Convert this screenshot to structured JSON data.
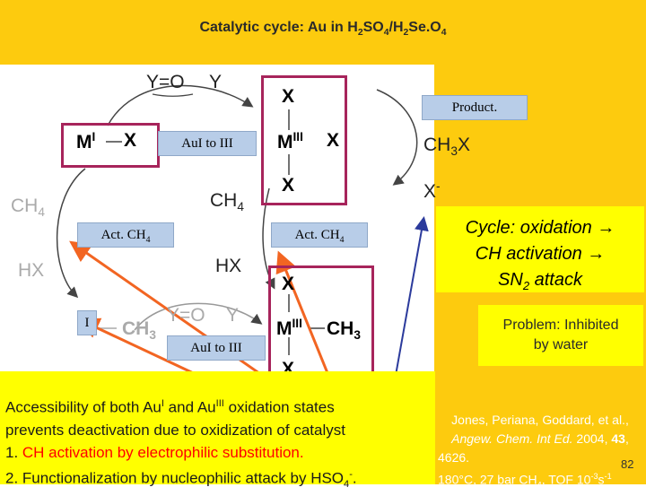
{
  "title": {
    "text": "Catalytic cycle: Au in H",
    "s1": "2",
    "t2": "SO",
    "s2": "4",
    "t3": "/H",
    "s3": "2",
    "t4": "Se.O",
    "s4": "4"
  },
  "labels": {
    "product": "Product.",
    "au_top": "AuI to III",
    "act_left": "Act. CH",
    "act_left_sub": "4",
    "act_right": "Act. CH",
    "act_right_sub": "4",
    "roman_one": "I",
    "au_bottom": "AuI to III"
  },
  "formulas": {
    "y_eq_o_top": "Y=O",
    "y_top": "Y",
    "m_top": "M",
    "m_top_sup": "I",
    "x_top": "X",
    "x_upper": "X",
    "m_iii_top": "M",
    "m_iii_top_sup": "III",
    "x_right_top": "X",
    "x_lower": "X",
    "ch3x": "CH",
    "ch3x_sub": "3",
    "ch3x_x": "X",
    "x_minus": "X",
    "x_minus_sup": "-",
    "ch4_left": "CH",
    "ch4_left_sub": "4",
    "hx_left": "HX",
    "ch4_mid": "CH",
    "ch4_mid_sub": "4",
    "hx_mid": "HX",
    "m_bot": "M",
    "ch3_bot": "CH",
    "ch3_bot_sub": "3",
    "y_eq_o_bot": "Y=O",
    "y_bot": "Y",
    "x_bot_upper": "X",
    "m_iii_bot": "M",
    "m_iii_bot_sup": "III",
    "ch3_right": "CH",
    "ch3_right_sub": "3",
    "x_bot_lower": "X"
  },
  "cycle": {
    "line1": "Cycle: oxidation →",
    "line2": "CH activation →",
    "line3": "SN",
    "line3_sub": "2",
    "line3_end": " attack"
  },
  "problem": {
    "line1": "Problem: Inhibited",
    "line2": "by water"
  },
  "reference": {
    "l1": "Jones, Periana, Goddard, et al.,",
    "l2_journal": "Angew. Chem. Int Ed.",
    "l2_year": " 2004, ",
    "l2_vol": "43",
    "l2_end": ",",
    "l3": "4626.",
    "l4": "180°C, 27 bar CH",
    "l4_sub": "4",
    "l4_mid": ", TOF 10",
    "l4_sup": "-3",
    "l4_end": "s",
    "l4_sup2": "-1",
    "slide_number": "82"
  },
  "bottom": {
    "l1a": "Accessibility of both Au",
    "l1sup1": "I",
    "l1b": " and Au",
    "l1sup2": "III",
    "l1c": " oxidation states",
    "l2": "prevents deactivation due to oxidization of catalyst",
    "l3num": "1. ",
    "l3": "CH activation by electrophilic substitution.",
    "l4num": "2. ",
    "l4": "Functionalization by nucleophilic attack by HSO",
    "l4sub": "4",
    "l4sup": "-",
    "l4end": "."
  },
  "colors": {
    "title_bg": "#fdcb0e",
    "highlight": "#ffff00",
    "box_border": "#a7245b",
    "label_fill": "#b8cde8",
    "arrow_orange": "#f26522",
    "arrow_blue": "#2b3a9c"
  }
}
